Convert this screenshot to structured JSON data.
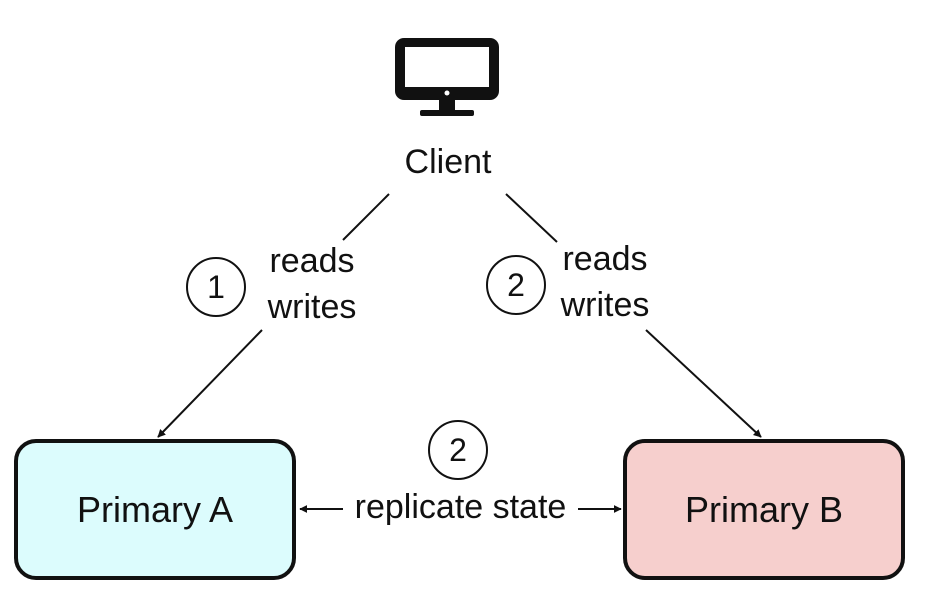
{
  "client": {
    "label": "Client",
    "icon": "desktop-monitor-icon"
  },
  "nodes": {
    "primary_a": {
      "label": "Primary A",
      "fill": "#dcfcfd"
    },
    "primary_b": {
      "label": "Primary B",
      "fill": "#f6cfcd"
    }
  },
  "edges": {
    "client_to_a": {
      "step": "1",
      "line1": "reads",
      "line2": "writes"
    },
    "client_to_b": {
      "step": "2",
      "line1": "reads",
      "line2": "writes"
    },
    "replication": {
      "step": "2",
      "label": "replicate state"
    }
  },
  "colors": {
    "stroke": "#111111",
    "background": "#ffffff"
  }
}
